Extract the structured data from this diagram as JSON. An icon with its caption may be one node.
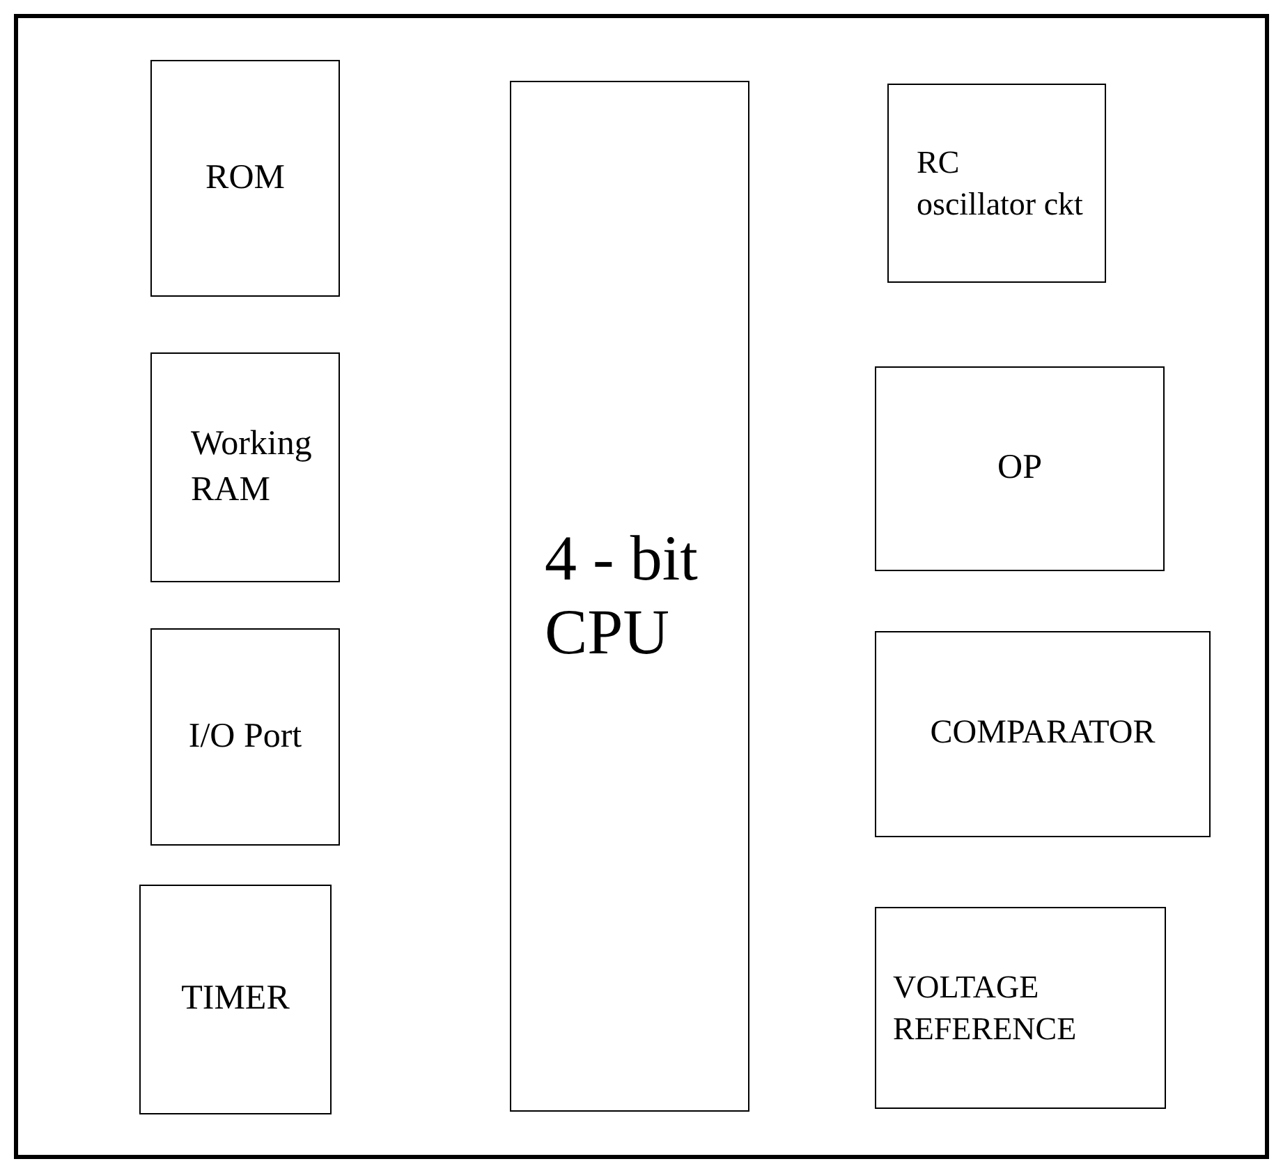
{
  "diagram": {
    "nodes": [
      {
        "text": [],
        "shape": "box"
      },
      {
        "text": [
          "ROM"
        ],
        "in": 0
      },
      {
        "text": [
          "Working RAM"
        ],
        "in": 0
      },
      {
        "text": [
          "I/O Port"
        ],
        "in": 0
      },
      {
        "text": [
          "TIMER"
        ],
        "in": 0
      },
      {
        "text": [
          "4 - bit CPU"
        ],
        "in": 0
      },
      {
        "text": [
          "RC oscillator ckt"
        ],
        "in": 0
      },
      {
        "text": [
          "OP"
        ],
        "in": 0
      },
      {
        "text": [
          "COMPARATOR"
        ],
        "in": 0
      },
      {
        "text": [
          "VOLTAGE REFERENCE"
        ],
        "in": 0
      }
    ]
  }
}
